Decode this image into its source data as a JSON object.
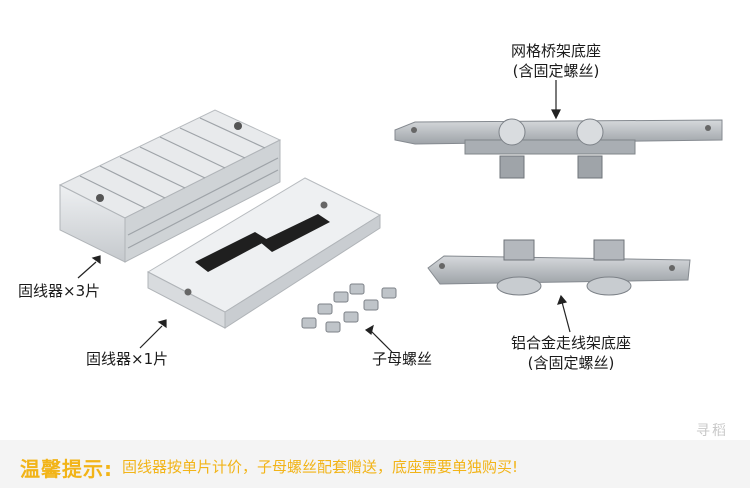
{
  "labels": {
    "grid_base_line1": "网格桥架底座",
    "grid_base_line2": "(含固定螺丝)",
    "fixer_3": "固线器×3片",
    "fixer_1": "固线器×1片",
    "nut_screw": "子母螺丝",
    "alloy_base_line1": "铝合金走线架底座",
    "alloy_base_line2": "(含固定螺丝)"
  },
  "notice": {
    "title": "温馨提示:",
    "text": "固线器按单片计价，子母螺丝配套赠送，底座需要单独购买!"
  },
  "watermark": "寻稻",
  "colors": {
    "notice_text": "#f2b418",
    "aluminum": "#dadde0",
    "steel": "#b8bcc1"
  }
}
